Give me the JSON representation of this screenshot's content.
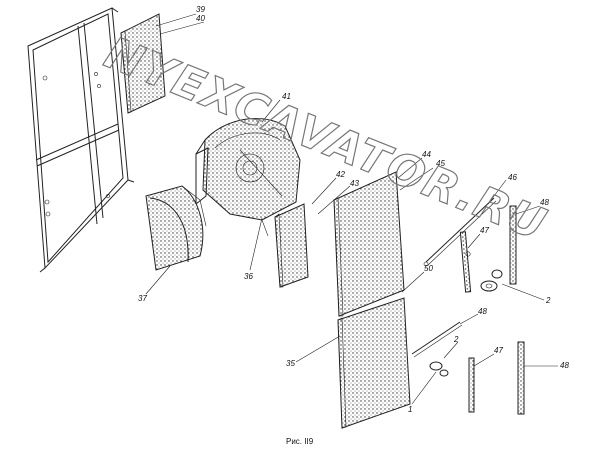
{
  "caption": "Рис. II9",
  "watermark": "NYEXCAVATOR.RU",
  "callouts": {
    "c1": "1",
    "c2a": "2",
    "c2b": "2",
    "c35": "35",
    "c36": "36",
    "c37": "37",
    "c39": "39",
    "c40": "40",
    "c41": "41",
    "c42": "42",
    "c43": "43",
    "c44": "44",
    "c45": "45",
    "c46": "46",
    "c47a": "47",
    "c47b": "47",
    "c48a": "48",
    "c48b": "48",
    "c48c": "48",
    "c50": "50"
  }
}
